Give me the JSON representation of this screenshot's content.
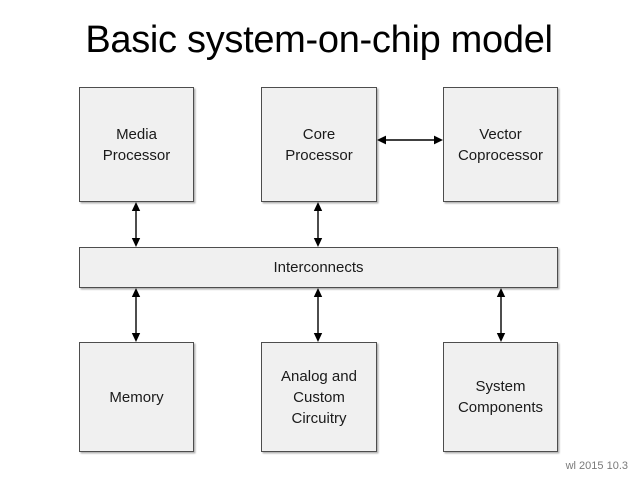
{
  "slide": {
    "title": "Basic system-on-chip model",
    "footer": "wl 2015 10.3",
    "background_color": "#ffffff",
    "node_fill_color": "#f0f0f0",
    "node_border_color": "#4d4d4d",
    "text_color": "#1a1a1a",
    "footer_color": "#7a7a7a"
  },
  "nodes": {
    "media_processor": {
      "label": "Media\nProcessor"
    },
    "core_processor": {
      "label": "Core\nProcessor"
    },
    "vector_coprocessor": {
      "label": "Vector\nCoprocessor"
    },
    "interconnects": {
      "label": "Interconnects"
    },
    "memory": {
      "label": "Memory"
    },
    "analog_custom_circuitry": {
      "label": "Analog and\nCustom\nCircuitry"
    },
    "system_components": {
      "label": "System\nComponents"
    }
  },
  "connections": [
    {
      "name": "core-processor-to-vector-coprocessor",
      "from": "core_processor",
      "to": "vector_coprocessor",
      "orientation": "horizontal",
      "arrowheads": "both"
    },
    {
      "name": "media-processor-to-interconnects",
      "from": "media_processor",
      "to": "interconnects",
      "orientation": "vertical",
      "arrowheads": "both"
    },
    {
      "name": "core-processor-to-interconnects",
      "from": "core_processor",
      "to": "interconnects",
      "orientation": "vertical",
      "arrowheads": "both"
    },
    {
      "name": "interconnects-to-memory",
      "from": "interconnects",
      "to": "memory",
      "orientation": "vertical",
      "arrowheads": "both"
    },
    {
      "name": "interconnects-to-analog-custom-circuitry",
      "from": "interconnects",
      "to": "analog_custom_circuitry",
      "orientation": "vertical",
      "arrowheads": "both"
    },
    {
      "name": "interconnects-to-system-components",
      "from": "interconnects",
      "to": "system_components",
      "orientation": "vertical",
      "arrowheads": "both"
    }
  ]
}
